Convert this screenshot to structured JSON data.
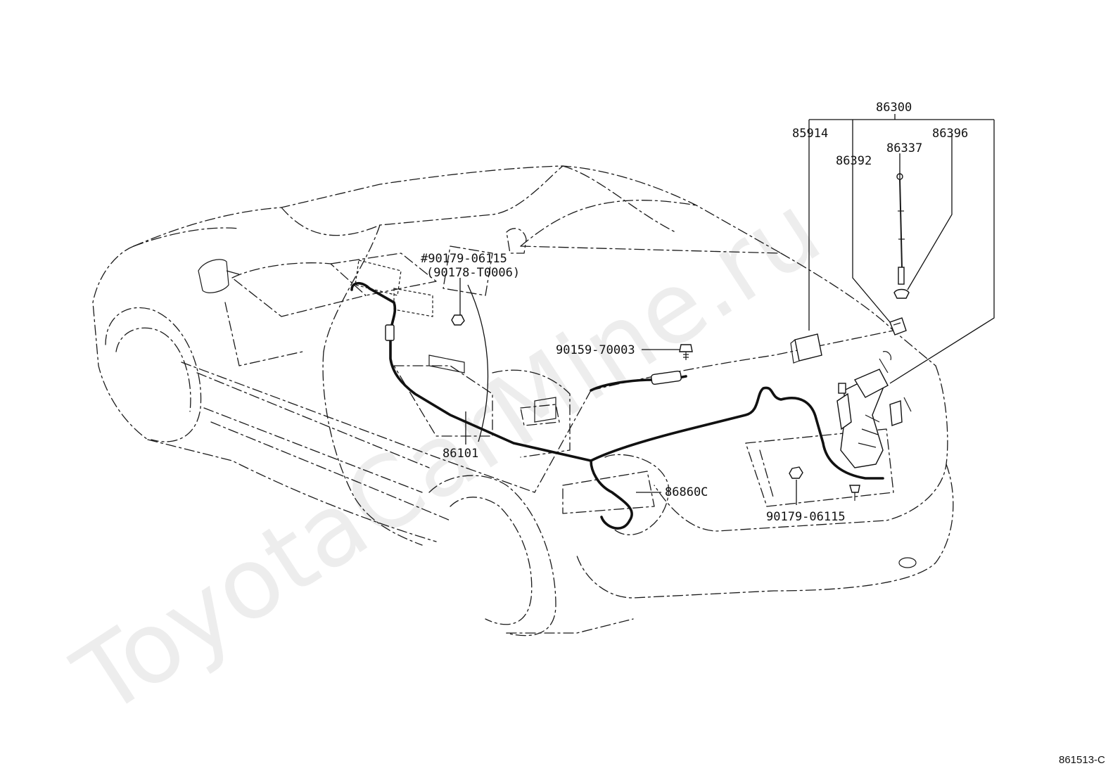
{
  "watermark": "ToyotaCarMine.ru",
  "figure_code": "861513-C",
  "callouts": {
    "p86300": "86300",
    "p85914": "85914",
    "p86396": "86396",
    "p86337": "86337",
    "p86392": "86392",
    "p90179_06115_hash": "#90179-06115",
    "p90178_t0006": "(90178-T0006)",
    "p90159_70003": "90159-70003",
    "p86101": "86101",
    "p86860c": "86860C",
    "p90179_06115": "90179-06115"
  }
}
